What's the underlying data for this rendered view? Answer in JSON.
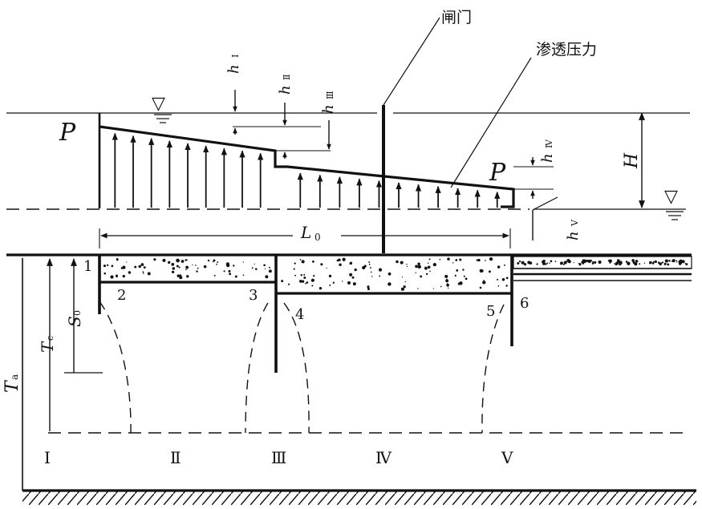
{
  "labels": {
    "gate": "闸门",
    "seepage_pressure": "渗透压力",
    "p_left": "P",
    "p_right": "P",
    "h1": "h",
    "h1_sub": "Ⅰ",
    "h2": "h",
    "h2_sub": "Ⅱ",
    "h3": "h",
    "h3_sub": "Ⅲ",
    "h4": "h",
    "h4_sub": "Ⅳ",
    "h5": "h",
    "h5_sub": "Ⅴ",
    "H": "H",
    "L0": "L",
    "L0_sub": "0",
    "Ta": "T",
    "Ta_sub": "a",
    "Tc": "T",
    "Tc_sub": "c",
    "S0": "S",
    "S0_sub": "0"
  },
  "points": [
    "1",
    "2",
    "3",
    "4",
    "5",
    "6"
  ],
  "segments": [
    "Ⅰ",
    "Ⅱ",
    "Ⅲ",
    "Ⅳ",
    "Ⅴ"
  ],
  "water_level_symbol": "▽",
  "colors": {
    "ink": "#111111",
    "paper": "#ffffff"
  }
}
